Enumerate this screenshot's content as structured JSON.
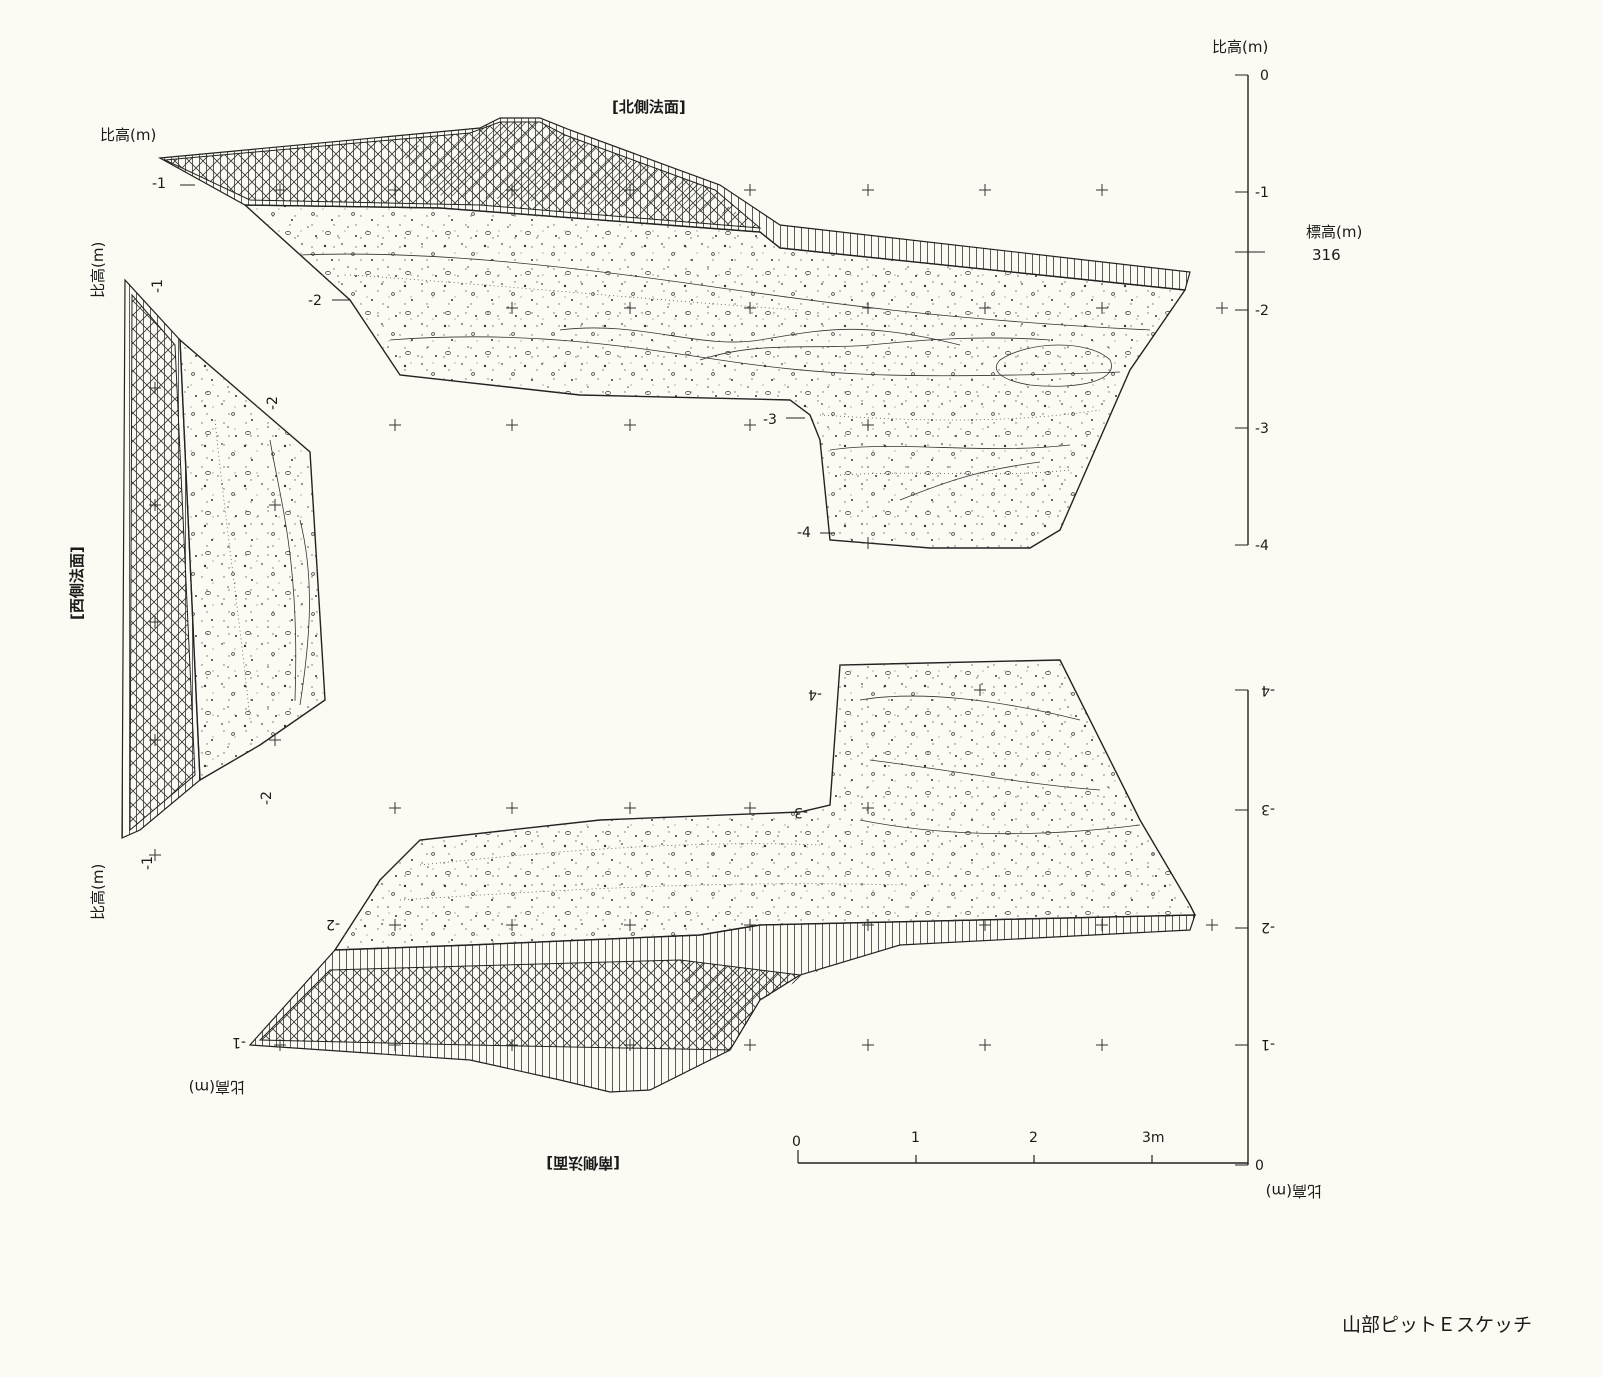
{
  "north_face": {
    "title": "[北側法面]",
    "axis_label": "比高(m)",
    "ticks": [
      "-1",
      "-2",
      "-3",
      "-4"
    ]
  },
  "west_face": {
    "title": "[西側法面]",
    "axis_label": "比高(m)",
    "ticks_top": [
      "-1",
      "-2"
    ],
    "ticks_bottom": [
      "-1",
      "-2"
    ]
  },
  "south_face": {
    "title": "[南側法面]",
    "axis_label": "比高(m)",
    "ticks": [
      "-1",
      "-2",
      "-3",
      "-4"
    ]
  },
  "right_axis": {
    "top_label": "比高(m)",
    "bottom_label": "比高(m)",
    "ticks_upper": [
      "0",
      "-1",
      "-2",
      "-3",
      "-4"
    ],
    "ticks_lower": [
      "-4",
      "-3",
      "-2",
      "-1",
      "0"
    ],
    "elevation_label": "標高(m)",
    "elevation_value": "316"
  },
  "scale_bar": {
    "labels": [
      "0",
      "1",
      "2",
      "3m"
    ]
  },
  "caption": "山部ピットＥスケッチ",
  "colors": {
    "ink": "#1a1a1a",
    "paper": "#fcfbf3"
  }
}
